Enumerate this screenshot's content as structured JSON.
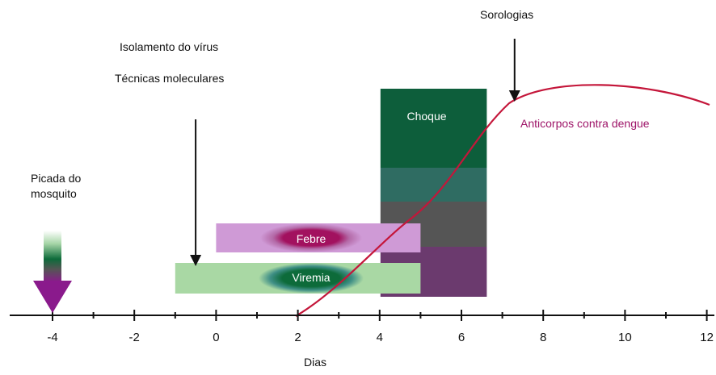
{
  "labels": {
    "sorologias": "Sorologias",
    "isolamento": "Isolamento do vírus",
    "tecnicas": "Técnicas moleculares",
    "picada_line1": "Picada do",
    "picada_line2": "mosquito",
    "anticorpos": "Anticorpos contra dengue",
    "choque": "Choque",
    "febre": "Febre",
    "viremia": "Viremia",
    "xlabel": "Dias"
  },
  "axis": {
    "ticks": [
      -4,
      -2,
      0,
      2,
      4,
      6,
      8,
      10,
      12
    ],
    "tick_labels": [
      "-4",
      "-2",
      "0",
      "2",
      "4",
      "6",
      "8",
      "10",
      "12"
    ],
    "minor_ticks": [
      -4,
      -3,
      -2,
      -1,
      0,
      1,
      2,
      3,
      4,
      5,
      6,
      7,
      8,
      9,
      10,
      11,
      12
    ],
    "range": [
      -4,
      12
    ]
  },
  "phases": {
    "febre": {
      "start": 0,
      "end": 5
    },
    "viremia": {
      "start": -1,
      "end": 5
    },
    "choque": {
      "start": 4,
      "end": 6.6
    }
  },
  "markers": {
    "molecular_test_day": -0.5,
    "serology_day": 7.3,
    "bite_day": -4
  },
  "colors": {
    "axis": "#111111",
    "antibody_curve": "#c4163a",
    "antibody_label": "#9e1468",
    "febre_bar": "#cf9ad6",
    "febre_core": "#a2115f",
    "viremia_bar": "#a9d8a4",
    "viremia_core": "#0d6b3a",
    "choque_top": "#0d5e3b",
    "choque_band2": "#2f6c62",
    "choque_band3": "#555555",
    "choque_bottom": "#6b3a6e"
  }
}
